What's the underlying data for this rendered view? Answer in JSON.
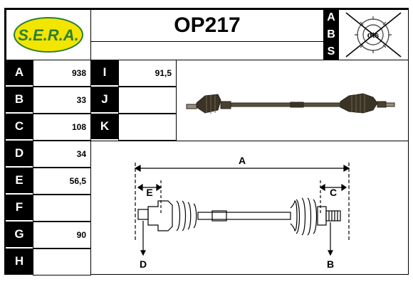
{
  "header": {
    "brand": "S.E.R.A.",
    "part_number": "OP217",
    "abs_letters": [
      "A",
      "B",
      "S"
    ],
    "logo_text": "dts"
  },
  "specs_left": [
    {
      "label": "A",
      "value": "938"
    },
    {
      "label": "B",
      "value": "33"
    },
    {
      "label": "C",
      "value": "108"
    },
    {
      "label": "D",
      "value": "34"
    },
    {
      "label": "E",
      "value": "56,5"
    },
    {
      "label": "F",
      "value": ""
    },
    {
      "label": "G",
      "value": "90"
    },
    {
      "label": "H",
      "value": ""
    }
  ],
  "specs_right": [
    {
      "label": "I",
      "value": "91,5"
    },
    {
      "label": "J",
      "value": ""
    },
    {
      "label": "K",
      "value": ""
    }
  ],
  "diagram": {
    "dim_a": "A",
    "dim_b": "B",
    "dim_c": "C",
    "dim_d": "D",
    "dim_e": "E"
  },
  "colors": {
    "label_bg": "#000000",
    "brand_green": "#2e7d32",
    "brand_yellow": "#f2e600",
    "shaft_dark": "#3b3426"
  }
}
